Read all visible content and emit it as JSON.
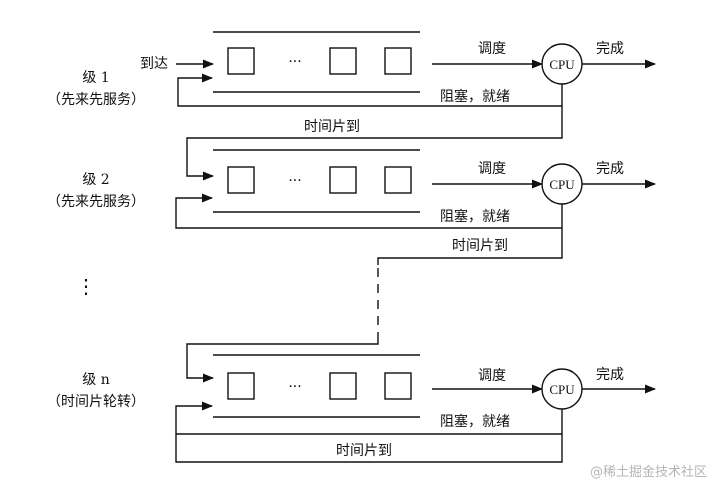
{
  "levels": [
    {
      "name": "级 1",
      "policy": "（先来先服务）",
      "arrive": "到达",
      "schedule": "调度",
      "cpu": "CPU",
      "done": "完成",
      "block": "阻塞，就绪",
      "timeslice": "时间片到"
    },
    {
      "name": "级 2",
      "policy": "（先来先服务）",
      "schedule": "调度",
      "cpu": "CPU",
      "done": "完成",
      "block": "阻塞，就绪",
      "timeslice": "时间片到"
    },
    {
      "name": "级 n",
      "policy": "（时间片轮转）",
      "schedule": "调度",
      "cpu": "CPU",
      "done": "完成",
      "block": "阻塞，就绪",
      "timeslice": "时间片到"
    }
  ],
  "queue_ellipsis": "···",
  "level_ellipsis": "⋮",
  "watermark": "@稀土掘金技术社区"
}
